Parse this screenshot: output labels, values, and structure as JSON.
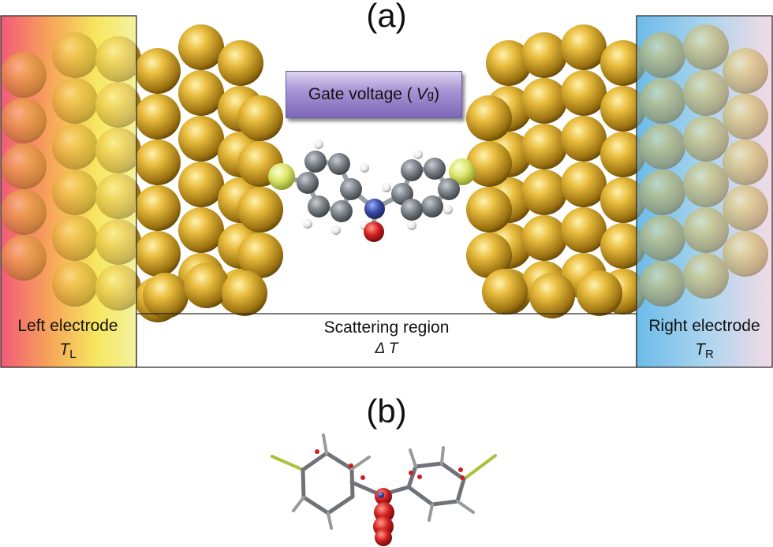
{
  "panels": {
    "a": {
      "label": "(a)"
    },
    "b": {
      "label": "(b)"
    }
  },
  "gate": {
    "text": "Gate voltage (",
    "symbol": "V",
    "subscript": "g",
    "close": ")"
  },
  "left_electrode": {
    "label": "Left electrode",
    "temp_symbol": "T",
    "temp_subscript": "L"
  },
  "right_electrode": {
    "label": "Right electrode",
    "temp_symbol": "T",
    "temp_subscript": "R"
  },
  "scattering": {
    "label": "Scattering region",
    "delta": "Δ T"
  },
  "colors": {
    "gold": "#e3b43a",
    "sulfur": "#d6e36a",
    "carbon": "#7b8288",
    "hydrogen": "#f2f2f2",
    "nitrogen": "#3b4ea8",
    "oxygen": "#d42222",
    "left_hot": "#f05070",
    "left_warm": "#f7e85a",
    "right_cool": "#6ab8e8",
    "right_light": "#f2dce8",
    "gate_fill": "#9a86cf"
  }
}
